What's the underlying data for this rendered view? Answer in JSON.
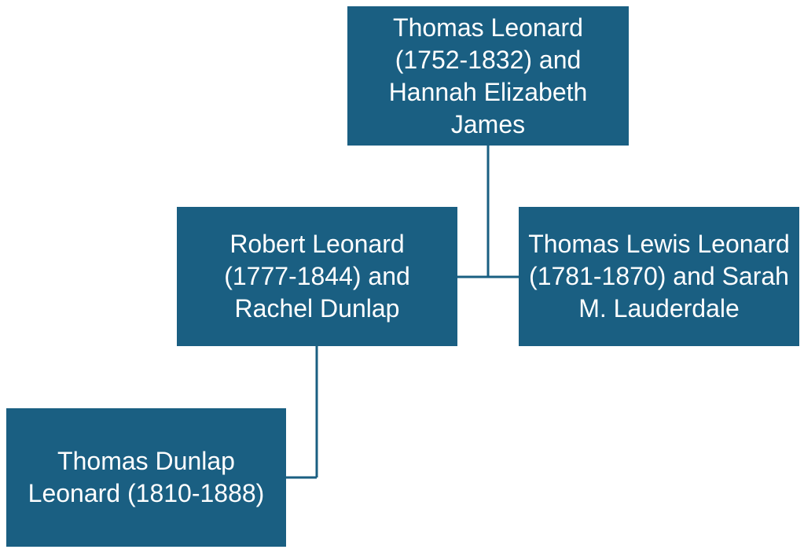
{
  "diagram": {
    "type": "family-tree",
    "box_color": "#1a5f82",
    "text_color": "#ffffff",
    "line_color": "#1a5f82",
    "nodes": {
      "root": "Thomas Leonard (1752-1832) and Hannah Elizabeth James",
      "robert": "Robert Leonard (1777-1844) and Rachel Dunlap",
      "lewis": "Thomas Lewis Leonard (1781-1870) and Sarah M. Lauderdale",
      "dunlap": "Thomas Dunlap Leonard (1810-1888)"
    }
  }
}
